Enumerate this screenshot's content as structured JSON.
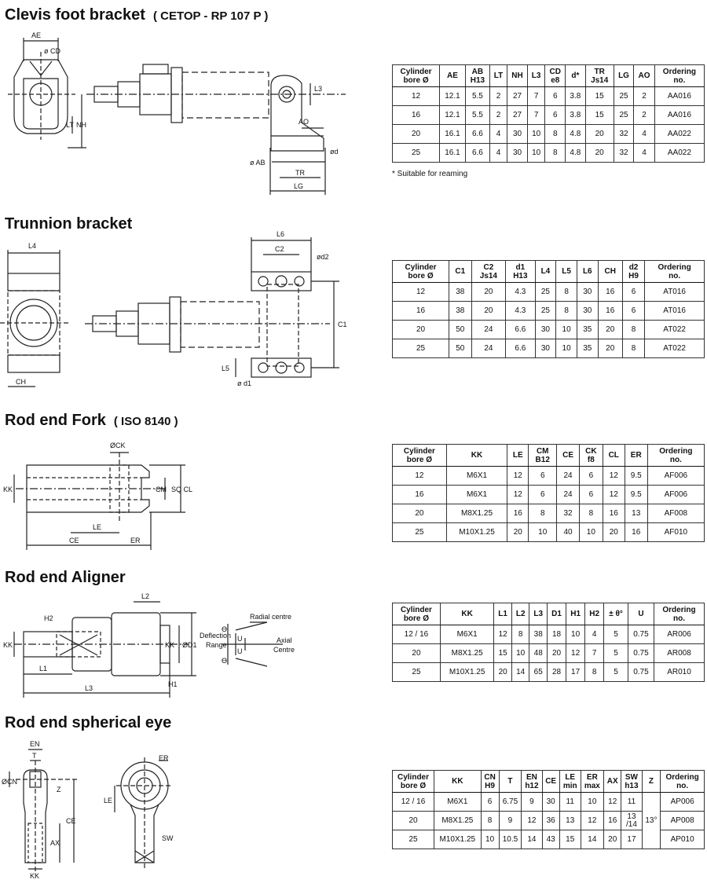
{
  "sections": [
    {
      "id": "clevis",
      "title": "Clevis foot bracket",
      "subtitle": "( CETOP - RP 107 P )",
      "footnote": "* Suitable for reaming",
      "labels": [
        "AE",
        "ø CD",
        "LT",
        "NH",
        "L3",
        "AO",
        "ød",
        "ø AB",
        "TR",
        "LG"
      ],
      "table": {
        "headers": [
          [
            "Cylinder",
            "bore Ø"
          ],
          [
            "AE"
          ],
          [
            "AB",
            "H13"
          ],
          [
            "LT"
          ],
          [
            "NH"
          ],
          [
            "L3"
          ],
          [
            "CD",
            "e8"
          ],
          [
            "d*"
          ],
          [
            "TR",
            "Js14"
          ],
          [
            "LG"
          ],
          [
            "AO"
          ],
          [
            "Ordering",
            "no."
          ]
        ],
        "rows": [
          [
            "12",
            "12.1",
            "5.5",
            "2",
            "27",
            "7",
            "6",
            "3.8",
            "15",
            "25",
            "2",
            "AA016"
          ],
          [
            "16",
            "12.1",
            "5.5",
            "2",
            "27",
            "7",
            "6",
            "3.8",
            "15",
            "25",
            "2",
            "AA016"
          ],
          [
            "20",
            "16.1",
            "6.6",
            "4",
            "30",
            "10",
            "8",
            "4.8",
            "20",
            "32",
            "4",
            "AA022"
          ],
          [
            "25",
            "16.1",
            "6.6",
            "4",
            "30",
            "10",
            "8",
            "4.8",
            "20",
            "32",
            "4",
            "AA022"
          ]
        ]
      }
    },
    {
      "id": "trunnion",
      "title": "Trunnion bracket",
      "subtitle": "",
      "labels": [
        "L4",
        "CH",
        "L6",
        "C2",
        "ød2",
        "C1",
        "L5",
        "ø d1"
      ],
      "table": {
        "headers": [
          [
            "Cylinder",
            "bore Ø"
          ],
          [
            "C1"
          ],
          [
            "C2",
            "Js14"
          ],
          [
            "d1",
            "H13"
          ],
          [
            "L4"
          ],
          [
            "L5"
          ],
          [
            "L6"
          ],
          [
            "CH"
          ],
          [
            "d2",
            "H9"
          ],
          [
            "Ordering",
            "no."
          ]
        ],
        "rows": [
          [
            "12",
            "38",
            "20",
            "4.3",
            "25",
            "8",
            "30",
            "16",
            "6",
            "AT016"
          ],
          [
            "16",
            "38",
            "20",
            "4.3",
            "25",
            "8",
            "30",
            "16",
            "6",
            "AT016"
          ],
          [
            "20",
            "50",
            "24",
            "6.6",
            "30",
            "10",
            "35",
            "20",
            "8",
            "AT022"
          ],
          [
            "25",
            "50",
            "24",
            "6.6",
            "30",
            "10",
            "35",
            "20",
            "8",
            "AT022"
          ]
        ]
      }
    },
    {
      "id": "fork",
      "title": "Rod end Fork",
      "subtitle": "( ISO 8140 )",
      "labels": [
        "ØCK",
        "KK",
        "CM",
        "SQ CL",
        "LE",
        "CE",
        "ER"
      ],
      "table": {
        "headers": [
          [
            "Cylinder",
            "bore Ø"
          ],
          [
            "KK"
          ],
          [
            "LE"
          ],
          [
            "CM",
            "B12"
          ],
          [
            "CE"
          ],
          [
            "CK",
            "f8"
          ],
          [
            "CL"
          ],
          [
            "ER"
          ],
          [
            "Ordering",
            "no."
          ]
        ],
        "rows": [
          [
            "12",
            "M6X1",
            "12",
            "6",
            "24",
            "6",
            "12",
            "9.5",
            "AF006"
          ],
          [
            "16",
            "M6X1",
            "12",
            "6",
            "24",
            "6",
            "12",
            "9.5",
            "AF006"
          ],
          [
            "20",
            "M8X1.25",
            "16",
            "8",
            "32",
            "8",
            "16",
            "13",
            "AF008"
          ],
          [
            "25",
            "M10X1.25",
            "20",
            "10",
            "40",
            "10",
            "20",
            "16",
            "AF010"
          ]
        ]
      }
    },
    {
      "id": "aligner",
      "title": "Rod end Aligner",
      "subtitle": "",
      "labels": [
        "L2",
        "H2",
        "KK",
        "KK",
        "ØD1",
        "L1",
        "L3",
        "H1",
        "Deflection",
        "Range",
        "Radial centre",
        "Axial",
        "Centre",
        "U",
        "U",
        "ϴ",
        "ϴ"
      ],
      "table": {
        "headers": [
          [
            "Cylinder",
            "bore Ø"
          ],
          [
            "KK"
          ],
          [
            "L1"
          ],
          [
            "L2"
          ],
          [
            "L3"
          ],
          [
            "D1"
          ],
          [
            "H1"
          ],
          [
            "H2"
          ],
          [
            "± θ°"
          ],
          [
            "U"
          ],
          [
            "Ordering",
            "no."
          ]
        ],
        "rows": [
          [
            "12 / 16",
            "M6X1",
            "12",
            "8",
            "38",
            "18",
            "10",
            "4",
            "5",
            "0.75",
            "AR006"
          ],
          [
            "20",
            "M8X1.25",
            "15",
            "10",
            "48",
            "20",
            "12",
            "7",
            "5",
            "0.75",
            "AR008"
          ],
          [
            "25",
            "M10X1.25",
            "20",
            "14",
            "65",
            "28",
            "17",
            "8",
            "5",
            "0.75",
            "AR010"
          ]
        ]
      }
    },
    {
      "id": "spherical",
      "title": "Rod end spherical eye",
      "subtitle": "",
      "labels": [
        "EN",
        "T",
        "ØCN",
        "Z",
        "CE",
        "AX",
        "KK",
        "ER",
        "LE",
        "SW"
      ],
      "table": {
        "headers": [
          [
            "Cylinder",
            "bore Ø"
          ],
          [
            "KK"
          ],
          [
            "CN",
            "H9"
          ],
          [
            "T"
          ],
          [
            "EN",
            "h12"
          ],
          [
            "CE"
          ],
          [
            "LE",
            "min"
          ],
          [
            "ER",
            "max"
          ],
          [
            "AX"
          ],
          [
            "SW",
            "h13"
          ],
          [
            "Z"
          ],
          [
            "Ordering",
            "no."
          ]
        ],
        "rows": [
          [
            "12 / 16",
            "M6X1",
            "6",
            "6.75",
            "9",
            "30",
            "11",
            "10",
            "12",
            "11",
            "13°",
            "AP006"
          ],
          [
            "20",
            "M8X1.25",
            "8",
            "9",
            "12",
            "36",
            "13",
            "12",
            "16",
            "13\n/14",
            "",
            "AP008"
          ],
          [
            "25",
            "M10X1.25",
            "10",
            "10.5",
            "14",
            "43",
            "15",
            "14",
            "20",
            "17",
            "",
            "AP010"
          ]
        ],
        "merged_column": 10
      }
    }
  ]
}
